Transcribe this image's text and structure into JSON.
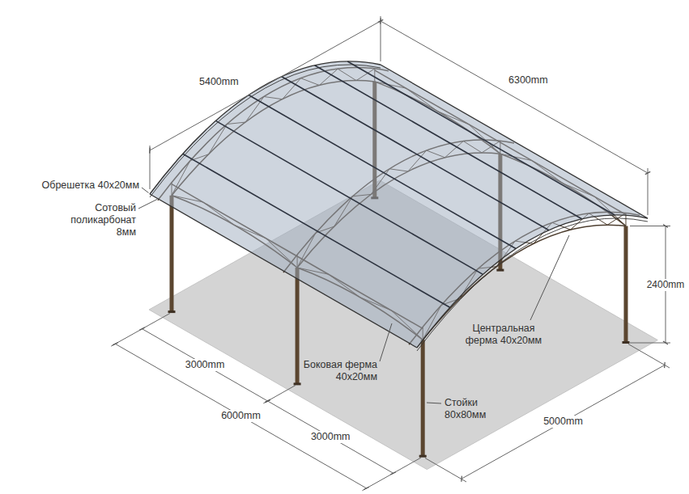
{
  "diagram": {
    "labels": [
      "5400mm",
      "6300mm",
      "Обрешетка 40х20мм",
      "Сотовый поликарбонат 8мм",
      "2400mm",
      "Центральная ферма 40х20мм",
      "Боковая ферма 40х20мм",
      "3000mm",
      "6000mm",
      "3000mm",
      "Стойки 80х80мм",
      "5000mm"
    ]
  }
}
